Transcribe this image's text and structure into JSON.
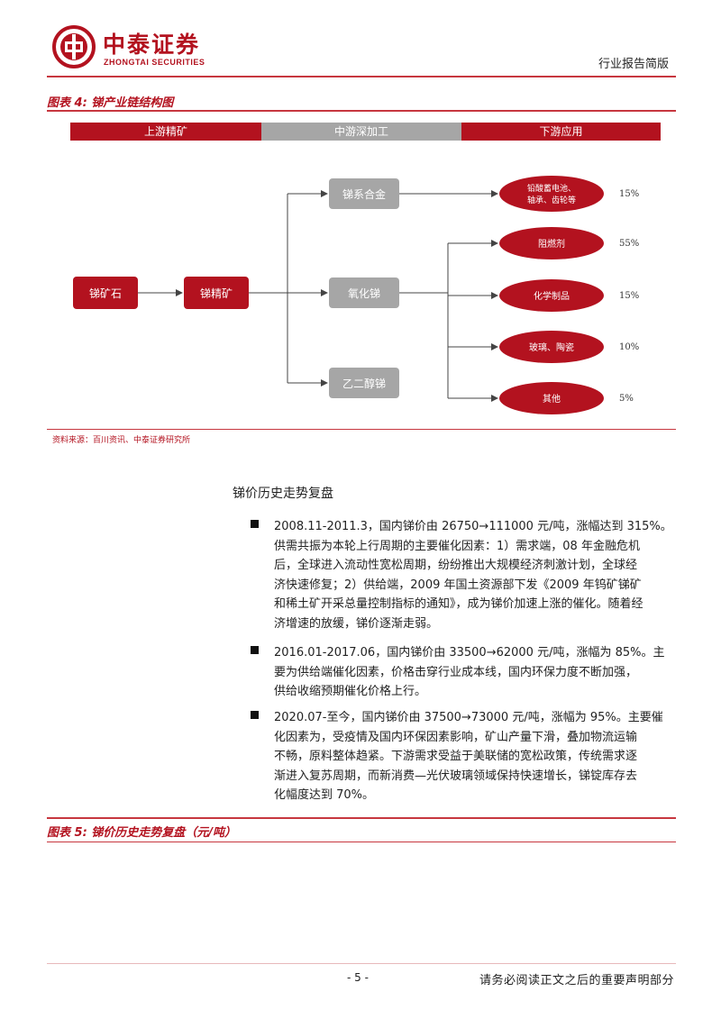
{
  "header": {
    "brand_cn": "中泰证券",
    "brand_en": "ZHONGTAI SECURITIES",
    "report_type": "行业报告简版",
    "brand_color": "#b3121f"
  },
  "figure4": {
    "caption": "图表 4:  锑产业链结构图",
    "stages": [
      "上游精矿",
      "中游深加工",
      "下游应用"
    ],
    "nodes": {
      "ore": "锑矿石",
      "concentrate": "锑精矿",
      "alloy": "锑系合金",
      "oxide": "氧化锑",
      "glycol": "乙二醇锑",
      "battery_line1": "铅酸蓄电池、",
      "battery_line2": "轴承、齿轮等",
      "flame": "阻燃剂",
      "chemical": "化学制品",
      "glass": "玻璃、陶瓷",
      "other": "其他"
    },
    "percentages": [
      "15%",
      "55%",
      "15%",
      "10%",
      "5%"
    ],
    "source": "资料来源：百川资讯、中泰证券研究所"
  },
  "section": {
    "title": "锑价历史走势复盘",
    "bullets": [
      {
        "lines": [
          "2008.11-2011.3，国内锑价由 26750→111000 元/吨，涨幅达到 315%。",
          "供需共振为本轮上行周期的主要催化因素：1）需求端，08 年金融危机",
          "后，全球进入流动性宽松周期，纷纷推出大规模经济刺激计划，全球经",
          "济快速修复；2）供给端，2009 年国土资源部下发《2009 年钨矿锑矿",
          "和稀土矿开采总量控制指标的通知》，成为锑价加速上涨的催化。随着经",
          "济增速的放缓，锑价逐渐走弱。"
        ]
      },
      {
        "lines": [
          "2016.01-2017.06，国内锑价由 33500→62000 元/吨，涨幅为 85%。主",
          "要为供给端催化因素，价格击穿行业成本线，国内环保力度不断加强，",
          "供给收缩预期催化价格上行。"
        ]
      },
      {
        "lines": [
          "2020.07-至今，国内锑价由 37500→73000 元/吨，涨幅为 95%。主要催",
          "化因素为，受疫情及国内环保因素影响，矿山产量下滑，叠加物流运输",
          "不畅，原料整体趋紧。下游需求受益于美联储的宽松政策，传统需求逐",
          "渐进入复苏周期，而新消费—光伏玻璃领域保持快速增长，锑锭库存去",
          "化幅度达到 70%。"
        ]
      }
    ]
  },
  "figure5": {
    "caption": "图表 5:  锑价历史走势复盘（元/吨）"
  },
  "footer": {
    "page": "- 5 -",
    "disclaimer": "请务必阅读正文之后的重要声明部分"
  }
}
